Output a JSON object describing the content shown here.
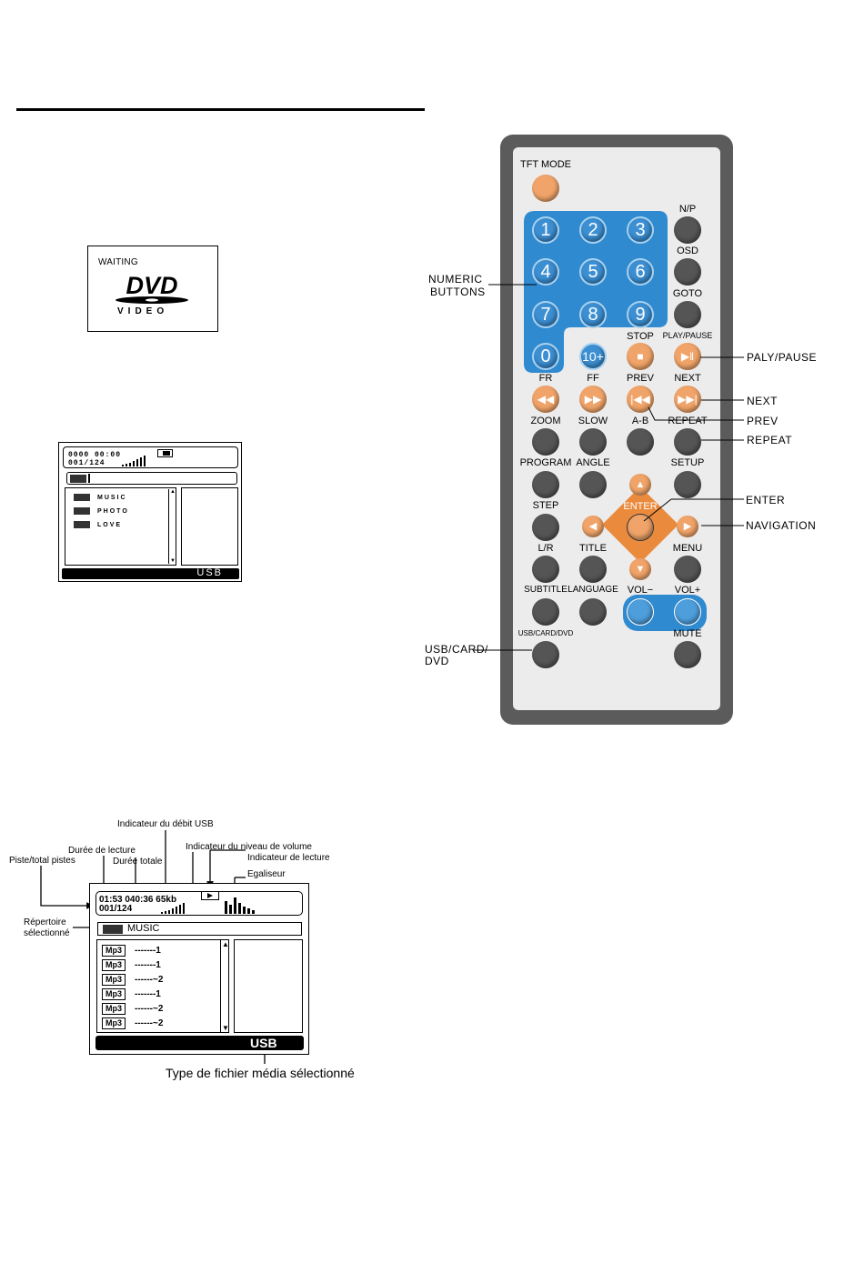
{
  "waiting_screen": {
    "status": "WAITING",
    "logo_text": "DVD",
    "logo_sub": "VIDEO"
  },
  "usb_screen_small": {
    "time_line": "0000 00:00",
    "track_line": "001/124",
    "folders": [
      "MUSIC",
      "PHOTO",
      "LOVE"
    ],
    "media_type": "USB"
  },
  "remote": {
    "buttons": [
      {
        "label": "TFT MODE"
      },
      {
        "label": "N/P"
      },
      {
        "label": "OSD"
      },
      {
        "label": "GOTO"
      },
      {
        "label": "STOP"
      },
      {
        "label": "PLAY/PAUSE"
      },
      {
        "label": "FR"
      },
      {
        "label": "FF"
      },
      {
        "label": "PREV"
      },
      {
        "label": "NEXT"
      },
      {
        "label": "ZOOM"
      },
      {
        "label": "SLOW"
      },
      {
        "label": "A-B"
      },
      {
        "label": "REPEAT"
      },
      {
        "label": "PROGRAM"
      },
      {
        "label": "ANGLE"
      },
      {
        "label": "SETUP"
      },
      {
        "label": "STEP"
      },
      {
        "label": "ENTER"
      },
      {
        "label": "L/R"
      },
      {
        "label": "TITLE"
      },
      {
        "label": "MENU"
      },
      {
        "label": "SUBTITLE"
      },
      {
        "label": "LANGUAGE"
      },
      {
        "label": "VOL−"
      },
      {
        "label": "VOL+"
      },
      {
        "label": "USB/CARD/DVD"
      },
      {
        "label": "MUTE"
      }
    ],
    "numeric": [
      "1",
      "2",
      "3",
      "4",
      "5",
      "6",
      "7",
      "8",
      "9",
      "0",
      "10+"
    ],
    "callouts": {
      "numeric_line1": "NUMERIC",
      "numeric_line2": "BUTTONS",
      "play_pause": "PALY/PAUSE",
      "next": "NEXT",
      "prev": "PREV",
      "repeat": "REPEAT",
      "enter": "ENTER",
      "navigation": "NAVIGATION",
      "usb_line1": "USB/CARD/",
      "usb_line2": "DVD"
    }
  },
  "usb_screen_large": {
    "annotations": {
      "bitrate": "Indicateur du débit USB",
      "elapsed": "Durée de lecture",
      "track_total": "Piste/total pistes",
      "total": "Durée totale",
      "volume": "Indicateur du niveau de volume",
      "play": "Indicateur de lecture",
      "eq": "Egaliseur",
      "dir_line1": "Répertoire",
      "dir_line2": "sélectionné",
      "type": "Type de fichier média sélectionné"
    },
    "elapsed": "01:53",
    "total": "040:36",
    "bitrate": "65kb",
    "track": "001/124",
    "folder": "MUSIC",
    "files": [
      {
        "type": "Mp3",
        "name": "-------1"
      },
      {
        "type": "Mp3",
        "name": "-------1"
      },
      {
        "type": "Mp3",
        "name": "------~2"
      },
      {
        "type": "Mp3",
        "name": "-------1"
      },
      {
        "type": "Mp3",
        "name": "------~2"
      },
      {
        "type": "Mp3",
        "name": "------~2"
      }
    ],
    "media_type": "USB"
  },
  "colors": {
    "button_dark": "#555555",
    "button_orange": "#f0a469",
    "keypad_blue": "#2f8ad0",
    "remote_body": "#5b5b5b"
  }
}
